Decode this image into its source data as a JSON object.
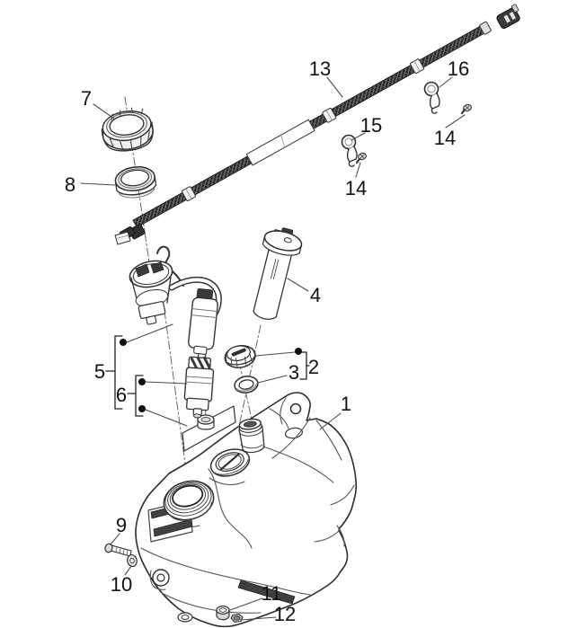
{
  "palette": {
    "background": "#ffffff",
    "line": "#2d2d2d",
    "soft_line": "#555555",
    "dark_fill": "#3a3a3a",
    "label": "#111111"
  },
  "callouts": {
    "n1": "1",
    "n2": "2",
    "n3": "3",
    "n4": "4",
    "n5": "5",
    "n6": "6",
    "n7": "7",
    "n8": "8",
    "n9": "9",
    "n10": "10",
    "n11": "11",
    "n12": "12",
    "n13": "13",
    "n14_left": "14",
    "n14_right": "14",
    "n15": "15",
    "n16": "16"
  }
}
